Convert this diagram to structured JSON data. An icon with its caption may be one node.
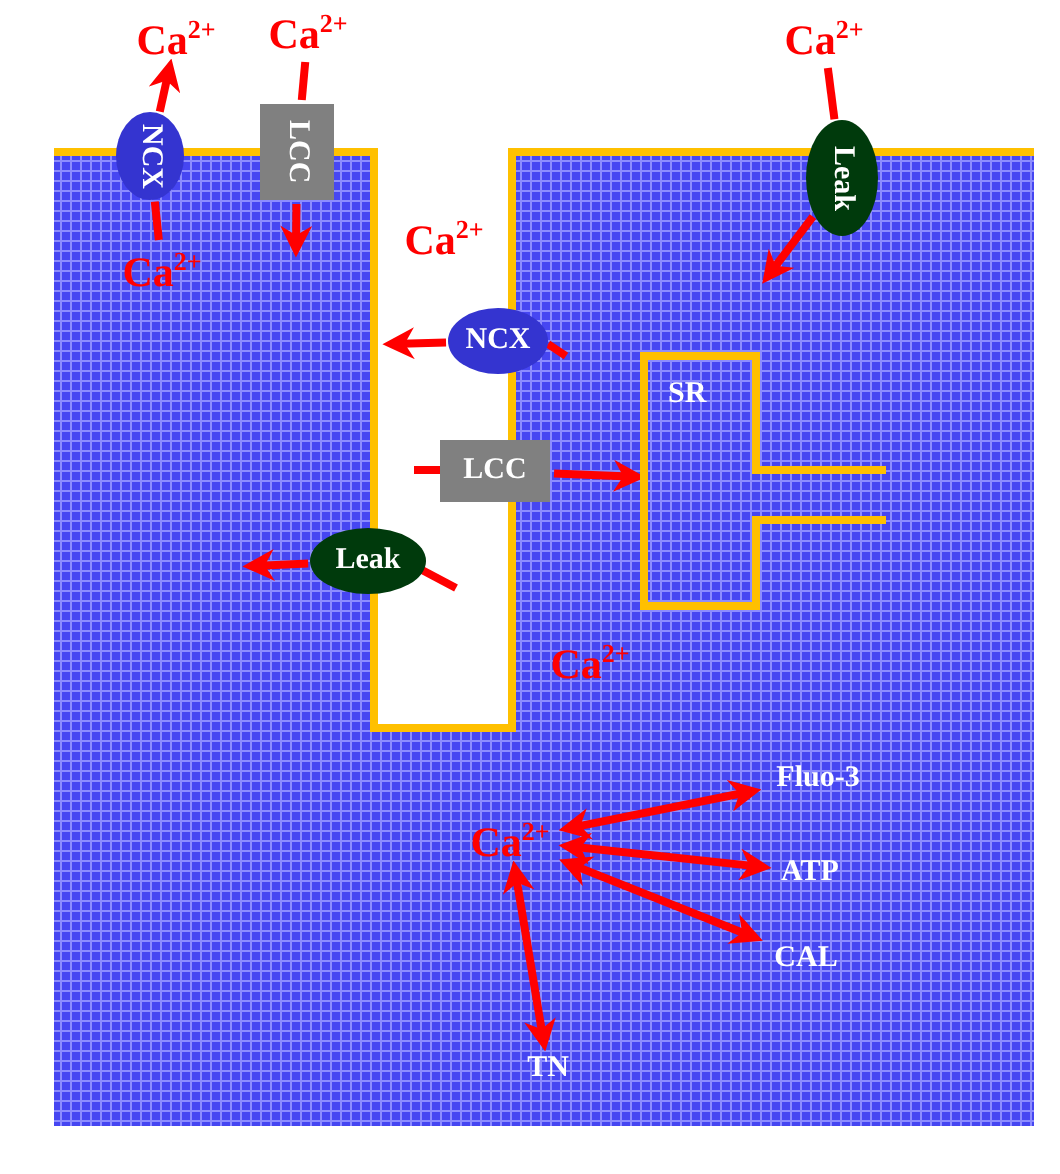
{
  "diagram": {
    "nodes": [
      {
        "text": [
          "Ca$^{2+}$"
        ]
      },
      {
        "text": [
          "NCX"
        ]
      },
      {
        "text": [
          "Ca$^{2+}$"
        ]
      },
      {
        "text": [
          "Ca$^{2+}$"
        ]
      },
      {
        "text": [
          "LCC"
        ]
      },
      {
        "text": [
          "Ca$^{2+}$"
        ]
      },
      {
        "text": [
          "Leak"
        ]
      },
      {
        "text": [
          "Ca$^{2+}$"
        ]
      },
      {
        "text": [
          "NCX"
        ]
      },
      {
        "text": [
          "LCC"
        ]
      },
      {
        "text": [
          "SR"
        ]
      },
      {
        "text": [
          "Leak"
        ]
      },
      {
        "text": [
          "Ca$^{2+}$"
        ]
      },
      {
        "text": [
          "Ca$^{2+}$"
        ]
      },
      {
        "text": [
          "Fluo-3"
        ]
      },
      {
        "text": [
          "ATP"
        ]
      },
      {
        "text": [
          "CAL"
        ]
      },
      {
        "text": [
          "TN"
        ]
      }
    ],
    "edges": [
      {
        "from": 1,
        "to": 0,
        "arrow": "to"
      },
      {
        "from": 2,
        "to": 1,
        "arrow": "none"
      },
      {
        "from": 3,
        "to": 4,
        "arrow": "none"
      },
      {
        "from": 4,
        "to": null,
        "arrow": "to"
      },
      {
        "from": 5,
        "to": 6,
        "arrow": "none"
      },
      {
        "from": 6,
        "to": null,
        "arrow": "to"
      },
      {
        "from": 8,
        "to": null,
        "arrow": "to"
      },
      {
        "from": 9,
        "to": 10,
        "arrow": "to"
      },
      {
        "from": 11,
        "to": null,
        "arrow": "to"
      },
      {
        "from": 13,
        "to": 14,
        "arrow": "both"
      },
      {
        "from": 13,
        "to": 15,
        "arrow": "both"
      },
      {
        "from": 13,
        "to": 16,
        "arrow": "both"
      },
      {
        "from": 13,
        "to": 17,
        "arrow": "both"
      }
    ]
  }
}
